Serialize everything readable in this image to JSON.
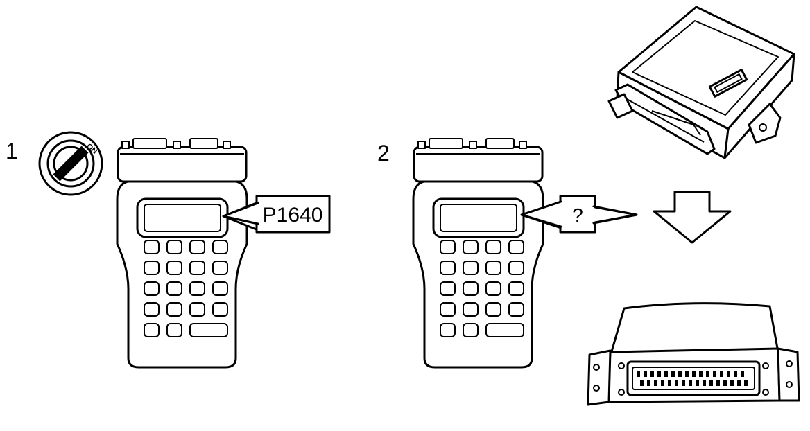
{
  "steps": [
    {
      "number": "1",
      "display_code": "P1640",
      "ignition_label": "ON"
    },
    {
      "number": "2",
      "display_code": "?"
    }
  ],
  "colors": {
    "ink": "#000000",
    "paper": "#ffffff"
  },
  "icons": [
    "ignition-key-icon",
    "diagnostic-scanner-icon",
    "control-module-icon",
    "arrow-down-icon"
  ]
}
